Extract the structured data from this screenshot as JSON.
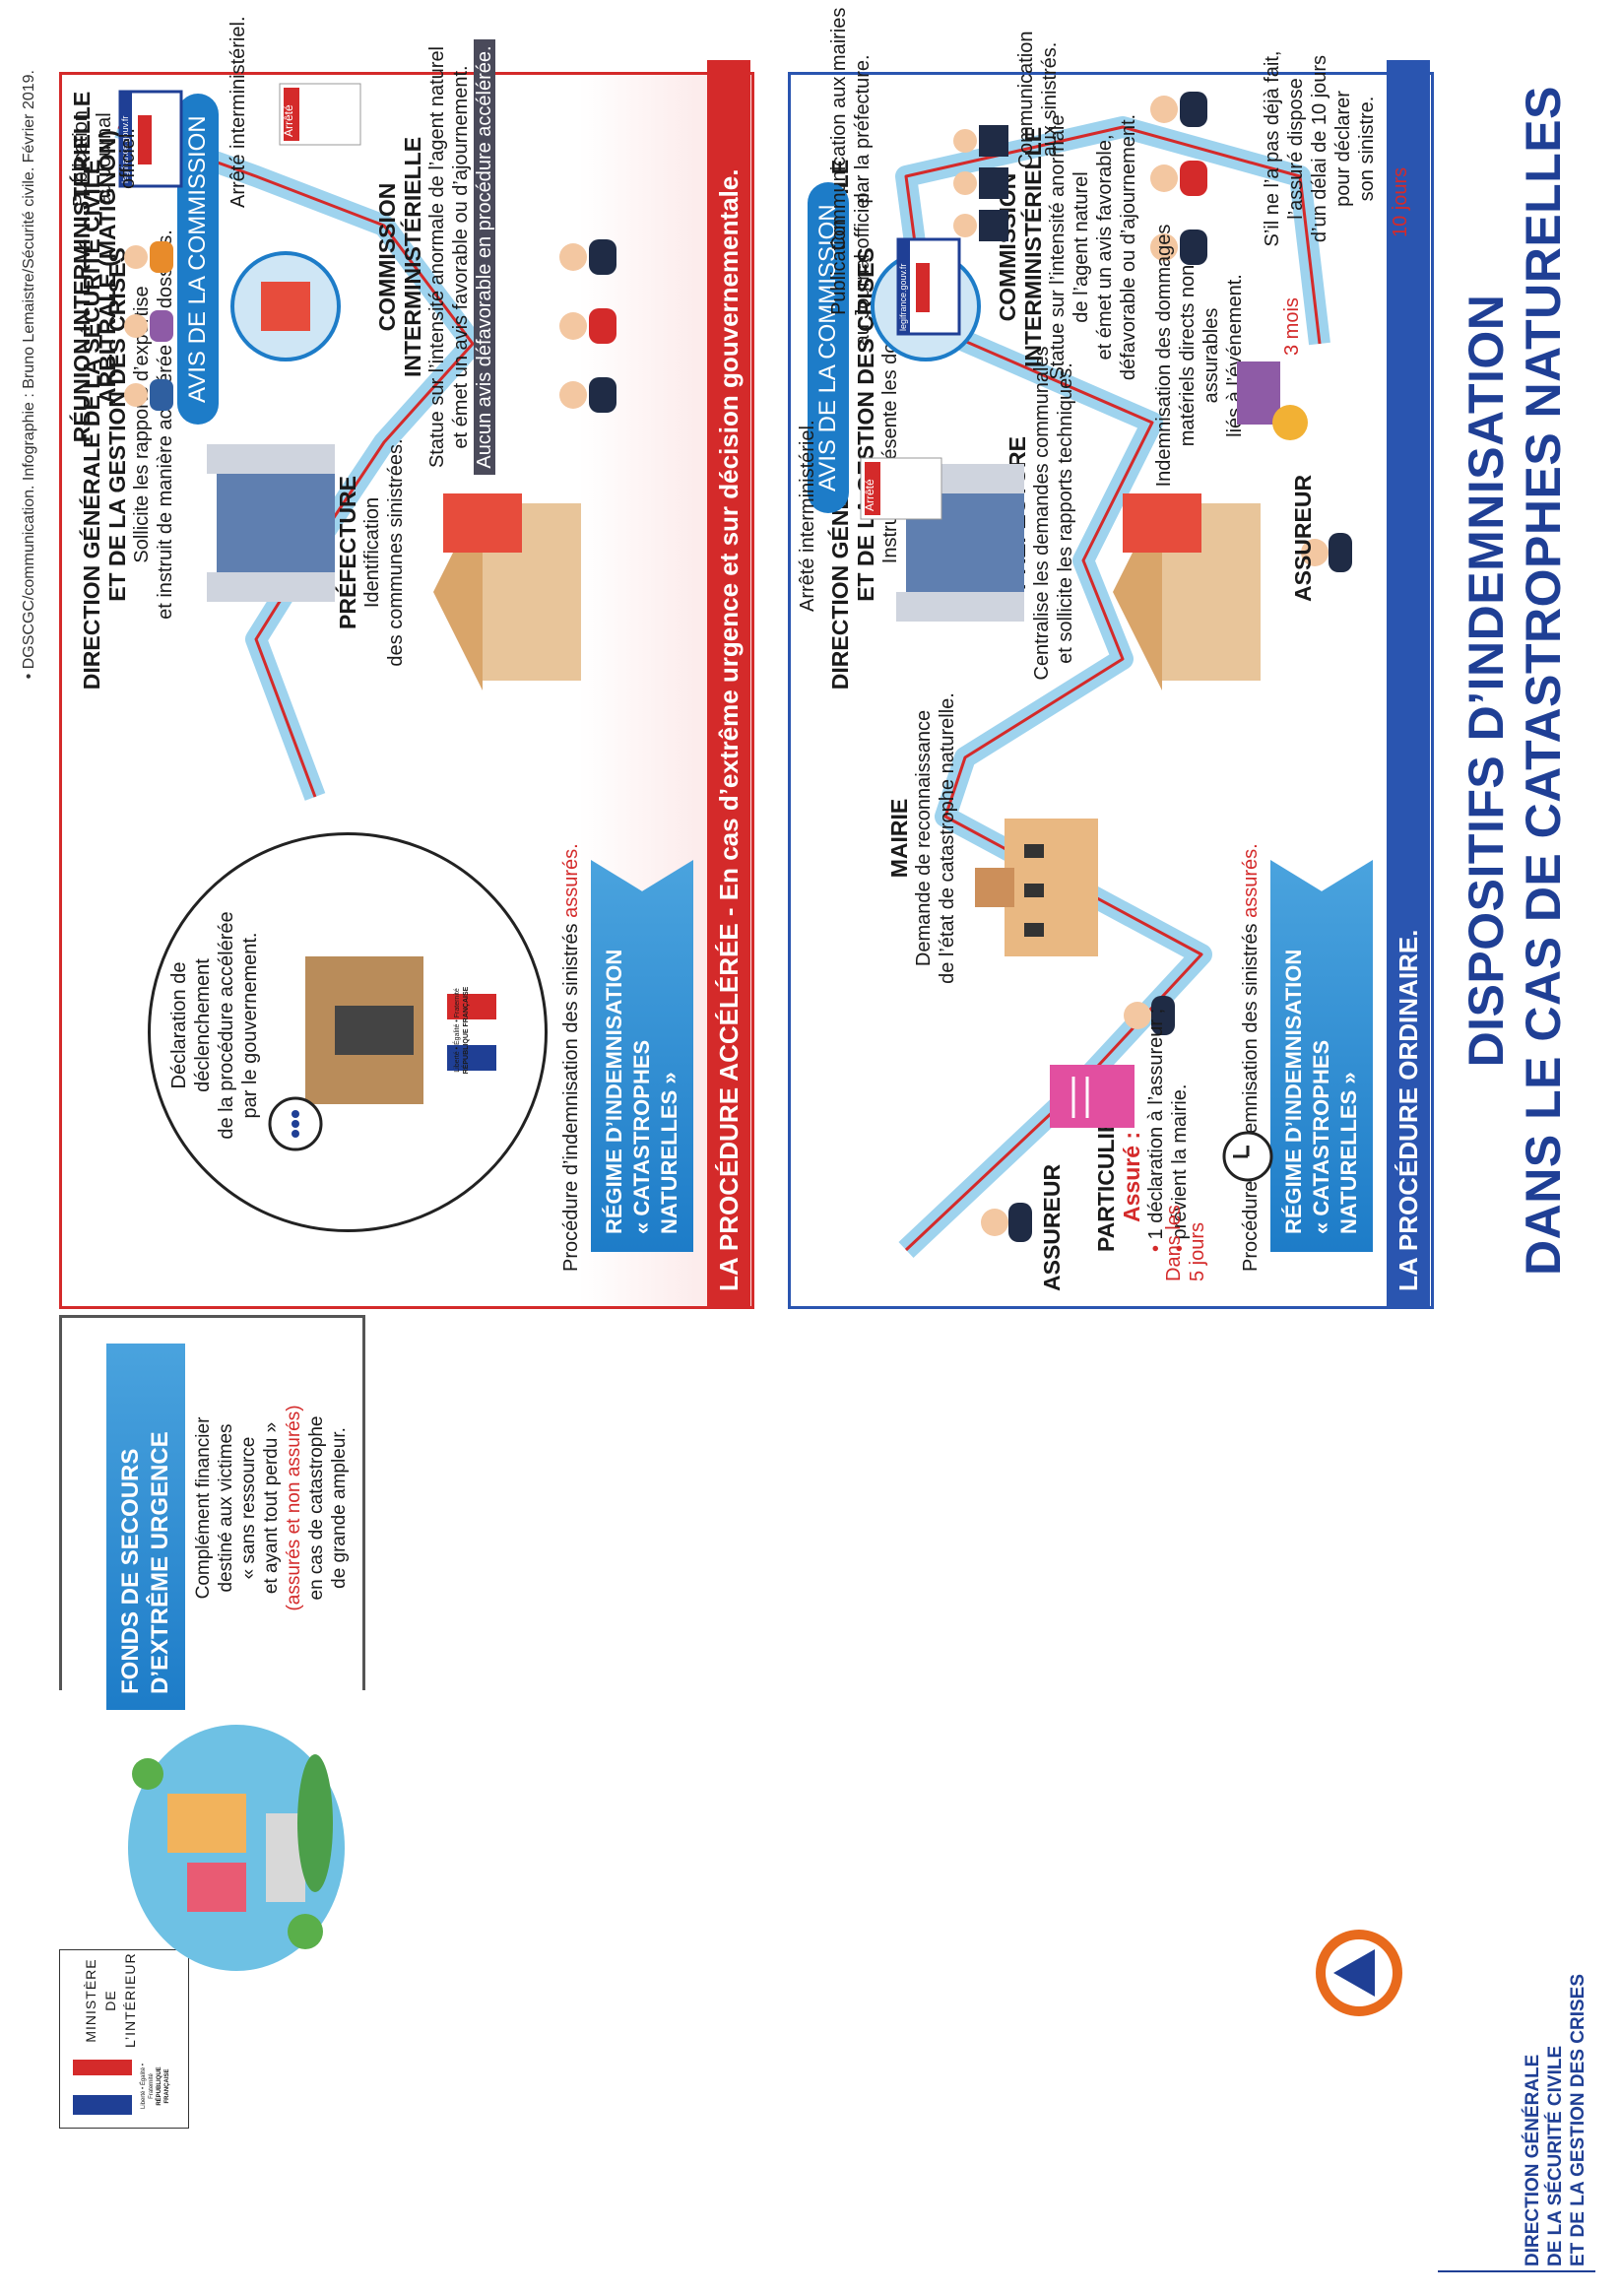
{
  "title": {
    "line1": "DISPOSITIFS D’INDEMNISATION",
    "line2": "DANS LE CAS DE CATASTROPHES NATURELLES"
  },
  "ministry": {
    "seal_motto": "Liberté • Égalité • Fraternité",
    "seal_name": "RÉPUBLIQUE FRANÇAISE",
    "line1": "MINISTÈRE",
    "line2": "DE",
    "line3": "L’INTÉRIEUR"
  },
  "fonds": {
    "title_line1": "FONDS DE SECOURS",
    "title_line2": "D’EXTRÊME URGENCE",
    "text_line1": "Complément financier",
    "text_line2": "destiné aux victimes",
    "text_line3": "« sans ressource",
    "text_line4": "et ayant tout perdu »",
    "text_line5": "(assurés et non assurés)",
    "text_line6": "en cas de catastrophe",
    "text_line7": "de grande ampleur."
  },
  "footer": {
    "line1": "DIRECTION GÉNÉRALE",
    "line2": "DE LA SÉCURITÉ CIVILE",
    "line3": "ET DE LA GESTION DES CRISES"
  },
  "ordinary": {
    "bar": "LA PROCÉDURE ORDINAIRE.",
    "regime_line1": "RÉGIME D’INDEMNISATION",
    "regime_line2": "« CATASTROPHES NATURELLES »",
    "procedure_prefix": "Procédure d’indemnisation des sinistrés",
    "procedure_highlight": "assurés.",
    "particulier_title": "PARTICULIER",
    "assure_label": "Assuré :",
    "bullet1": "1 déclaration à l’assureur ;",
    "bullet2": "prévient la mairie.",
    "delay5_line1": "Dans les",
    "delay5_line2": "5 jours",
    "assureur_bottom": "ASSUREUR",
    "mairie_title": "MAIRIE",
    "mairie_line1": "Demande de reconnaissance",
    "mairie_line2": "de l’état de catastrophe naturelle.",
    "prefecture_title": "PRÉFECTURE",
    "prefecture_line1": "Centralise les demandes communales",
    "prefecture_line2": "et sollicite les rapports techniques.",
    "dgscgc_line1": "DIRECTION GÉNÉRALE DE LA SÉCURITÉ CIVILE",
    "dgscgc_line2": "ET DE LA GESTION DES CRISES",
    "dgscgc_line3": "Instruit et présente les dossiers.",
    "commission_line1": "COMMISSION",
    "commission_line2": "INTERMINISTÉRIELLE",
    "commission_line3": "Statue sur l’intensité anormale",
    "commission_line4": "de l’agent naturel",
    "commission_line5": "et émet un avis favorable,",
    "commission_line6": "défavorable ou d’ajournement.",
    "avis": "AVIS DE LA COMMISSION",
    "arrete_stamp": "Arrêté",
    "arrete_label": "Arrêté interministériel.",
    "legifrance": "legifrance.gouv.fr",
    "publication_line1": "Publication",
    "publication_line2": "au Journal officiel.",
    "prefecture_comm_line1": "Communication aux mairies",
    "prefecture_comm_line2": "par la préfecture.",
    "sinistres_comm_line1": "Communication",
    "sinistres_comm_line2": "aux sinistrés.",
    "assureur_top": "ASSUREUR",
    "indemn_line1": "Indemnisation des dommages",
    "indemn_line2": "matériels directs non assurables",
    "indemn_line3": "liés à l’événement.",
    "delay3": "3 mois",
    "delay10": "10 jours",
    "ten_days_line1": "S’il ne l’a pas déjà fait,",
    "ten_days_line2": "l’assuré dispose",
    "ten_days_line3": "d’un délai de 10 jours",
    "ten_days_line4": "pour déclarer",
    "ten_days_line5": "son sinistre."
  },
  "accelerated": {
    "bar": "LA PROCÉDURE ACCÉLÉRÉE - En cas d’extrême urgence et sur décision gouvernementale.",
    "regime_line1": "RÉGIME D’INDEMNISATION",
    "regime_line2": "« CATASTROPHES NATURELLES »",
    "procedure_prefix": "Procédure d’indemnisation des sinistrés",
    "procedure_highlight": "assurés.",
    "seal_motto": "Liberté • Égalité • Fraternité",
    "seal_name": "RÉPUBLIQUE FRANÇAISE",
    "declaration_line1": "Déclaration de déclenchement",
    "declaration_line2": "de la procédure accélérée",
    "declaration_line3": "par le gouvernement.",
    "prefecture_title": "PRÉFECTURE",
    "prefecture_line1": "Identification",
    "prefecture_line2": "des communes sinistrées.",
    "dgscgc_line1": "DIRECTION GÉNÉRALE DE LA SÉCURITÉ CIVILE",
    "dgscgc_line2": "ET DE LA GESTION DES CRISES",
    "dgscgc_line3": "Sollicite les rapports d’expertise",
    "dgscgc_line4": "et instruit de manière accélérée les dossiers.",
    "commission_line1": "COMMISSION",
    "commission_line2": "INTERMINISTÉRIELLE",
    "commission_line3": "Statue sur l’intensité anormale de l’agent naturel",
    "commission_line4": "et émet un avis favorable ou d’ajournement.",
    "commission_line5": "Aucun avis défavorable en procédure accélérée.",
    "avis": "AVIS DE LA COMMISSION",
    "reunion_line1": "RÉUNION INTERMINISTÉRIELLE",
    "reunion_line2": "ARBITRALE (MATIGNON)",
    "arrete_stamp": "Arrêté",
    "arrete_label": "Arrêté interministériel.",
    "legifrance": "legifrance.gouv.fr",
    "publication_line1": "Publication",
    "publication_line2": "au Journal officiel."
  },
  "credit": "• DGSCGC/communication. Infographie : Bruno Lemaistre/Sécurité civile. Février 2019.",
  "colors": {
    "blue_dark": "#1f3f95",
    "blue_frame": "#2a55b0",
    "blue_light": "#1d7cc8",
    "red": "#d42a2a",
    "path": "#9ed3ee"
  }
}
